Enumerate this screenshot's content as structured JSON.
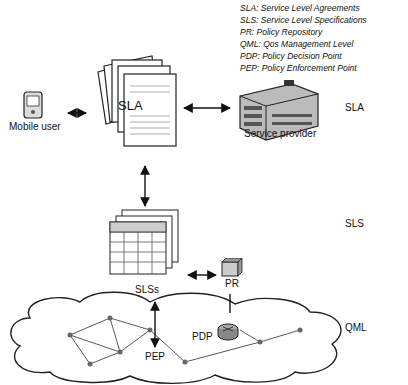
{
  "diagram": {
    "nodes": [
      {
        "text": [
          "Mobile user"
        ]
      },
      {
        "text": [
          "SLA"
        ]
      },
      {
        "text": [
          "Service provider"
        ]
      },
      {
        "text": [
          "SLSs"
        ]
      },
      {
        "text": [
          "PR"
        ]
      },
      {
        "text": [
          "PDP"
        ]
      },
      {
        "text": [
          "PEP"
        ]
      }
    ],
    "edges": [
      {
        "from": 0,
        "to": 1,
        "arrow": "both"
      },
      {
        "from": 1,
        "to": 2,
        "arrow": "both"
      },
      {
        "from": 1,
        "to": 3,
        "arrow": "both"
      },
      {
        "from": 3,
        "to": 4,
        "arrow": "both"
      },
      {
        "from": 4,
        "to": 5,
        "arrow": "none"
      },
      {
        "from": 3,
        "to": 6,
        "arrow": "both"
      }
    ],
    "labels": [
      "SLA: Service Level Agreements",
      "SLS: Service Level Specifications",
      "PR: Policy Repository",
      "QML: Qos Management Level",
      "PDP: Policy Decision Point",
      "PEP: Policy Enforcement Point",
      "SLA",
      "SLS",
      "QML"
    ]
  }
}
